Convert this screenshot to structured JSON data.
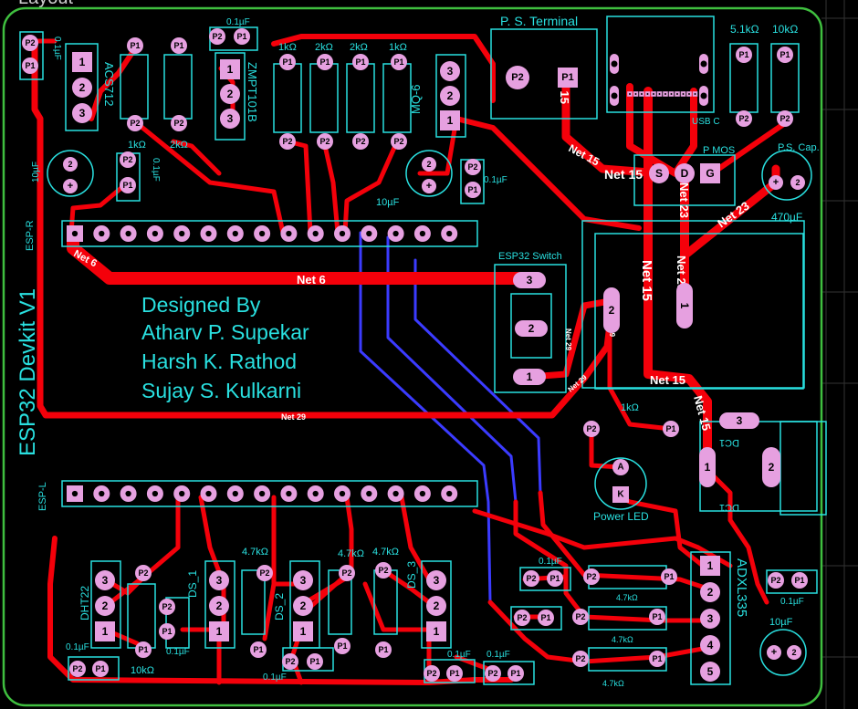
{
  "header_text": "Layout",
  "board": {
    "title": "ESP32 Devkit V1",
    "credits_heading": "Designed By",
    "credits": [
      "Atharv P. Supekar",
      "Harsh K. Rathod",
      "Sujay S. Kulkarni"
    ]
  },
  "components": {
    "ps_terminal": "P. S. Terminal",
    "usb_c": "USB C",
    "p_mos": "P MOS",
    "ps_cap": "P.S. Cap.",
    "ps_cap_value": "470µF",
    "r_5k1": "5.1kΩ",
    "r_10k_top": "10kΩ",
    "acs712": "ACS712",
    "zmpt101b": "ZMPT101B",
    "mq6": "MQ-6",
    "esp32_switch": "ESP32 Switch",
    "esp_r": "ESP-R",
    "esp_l": "ESP-L",
    "dht22": "DHT22",
    "ds1": "DS_1",
    "ds2": "DS_2",
    "ds3": "DS_3",
    "adxl335": "ADXL335",
    "power_led": "Power LED",
    "dc1": "DC1",
    "c_01uF": "0.1µF",
    "c_10uF": "10µF",
    "r_1k": "1kΩ",
    "r_2k": "2kΩ",
    "r_47k": "4.7kΩ",
    "r_10k": "10kΩ"
  },
  "nets": {
    "net6": "Net 6",
    "net15": "Net 15",
    "net23": "Net 23",
    "net29": "Net 29"
  },
  "pads": {
    "p1": "P1",
    "p2": "P2",
    "n1": "1",
    "n2": "2",
    "n3": "3",
    "n4": "4",
    "n5": "5",
    "s": "S",
    "d": "D",
    "g": "G",
    "a": "A",
    "k": "K",
    "plus": "+"
  },
  "colors": {
    "board_background": "#000000",
    "board_outline": "#3fbf3f",
    "silkscreen": "#29e0e0",
    "top_copper": "#f4000a",
    "bottom_copper": "#3b3bff",
    "pad": "#e6a0e0"
  }
}
